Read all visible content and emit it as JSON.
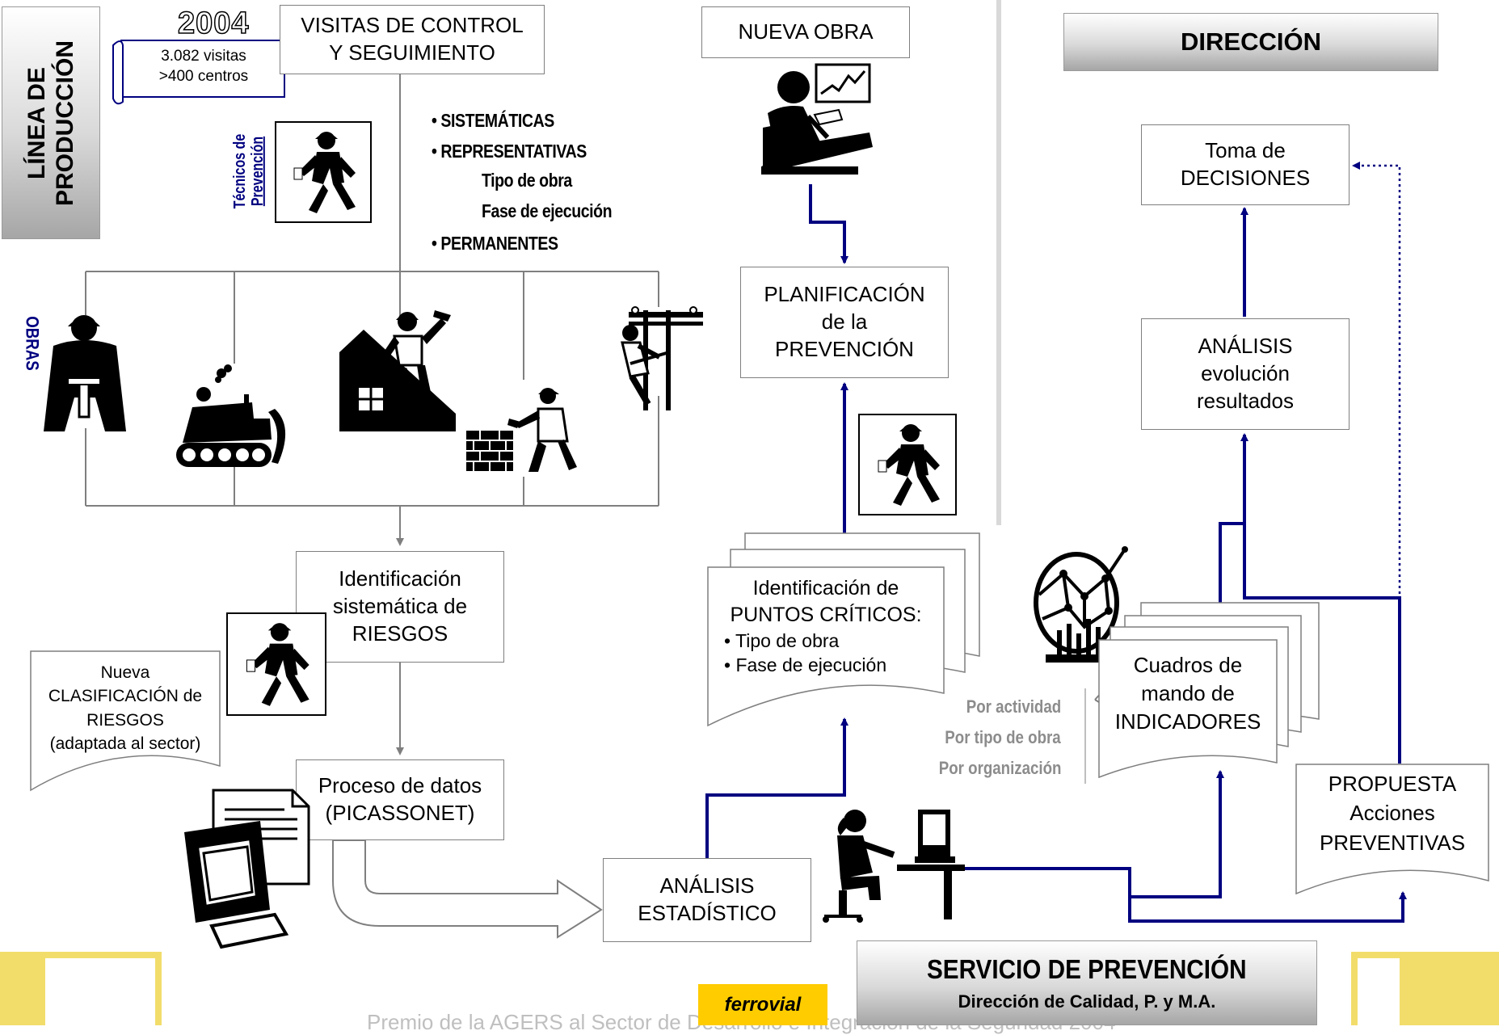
{
  "header": {
    "linea_produccion": [
      "LÍNEA DE",
      "PRODUCCIÓN"
    ],
    "direccion": "DIRECCIÓN",
    "year": "2004",
    "scroll_lines": [
      "3.082 visitas",
      ">400 centros"
    ]
  },
  "visitas": {
    "lines": [
      "VISITAS DE CONTROL",
      "Y SEGUIMIENTO"
    ]
  },
  "tecnicos": {
    "lines": [
      "Técnicos de",
      "Prevención"
    ]
  },
  "visit_types": {
    "b1": "SISTEMÁTICAS",
    "b2": "REPRESENTATIVAS",
    "sub1": "Tipo de obra",
    "sub2": "Fase de ejecución",
    "b3": "PERMANENTES"
  },
  "obras_label": "OBRAS",
  "nueva_obra": "NUEVA OBRA",
  "planificacion": {
    "lines": [
      "PLANIFICACIÓN",
      "de la",
      "PREVENCIÓN"
    ]
  },
  "identificacion_riesgos": {
    "lines": [
      "Identificación",
      "sistemática de",
      "RIESGOS"
    ]
  },
  "nueva_clasificacion": {
    "lines": [
      "Nueva",
      "CLASIFICACIÓN de",
      "RIESGOS",
      "(adaptada al sector)"
    ]
  },
  "proceso_datos": {
    "lines": [
      "Proceso de datos",
      "(PICASSONET)"
    ]
  },
  "analisis_estadistico": {
    "lines": [
      "ANÁLISIS",
      "ESTADÍSTICO"
    ]
  },
  "puntos_criticos": {
    "lines": [
      "Identificación de",
      "PUNTOS CRÍTICOS:"
    ],
    "bullets": [
      "Tipo de obra",
      "Fase de ejecución"
    ]
  },
  "cuadros": {
    "lines": [
      "Cuadros de",
      "mando de",
      "INDICADORES"
    ]
  },
  "por_labels": [
    "Por actividad",
    "Por tipo de obra",
    "Por organización"
  ],
  "toma_decisiones": {
    "lines": [
      "Toma de",
      "DECISIONES"
    ]
  },
  "analisis_evolucion": {
    "lines": [
      "ANÁLISIS",
      "evolución",
      "resultados"
    ]
  },
  "propuesta": {
    "lines": [
      "PROPUESTA",
      "Acciones",
      "PREVENTIVAS"
    ]
  },
  "servicio": {
    "title": "SERVICIO DE PREVENCIÓN",
    "subtitle": "Dirección de Calidad, P. y M.A."
  },
  "footer": {
    "logo": "ferrovial",
    "partial_text": "Premio de la AGERS al Sector de Desarrollo e Integración de la Seguridad 2004"
  },
  "colors": {
    "navy": "#000080",
    "gray_line": "#7f7f7f",
    "yellow": "#f2dd6b",
    "logo_yellow": "#ffcc00"
  },
  "icons": [
    "technician-icon",
    "worker-jackhammer-icon",
    "bulldozer-icon",
    "roofer-icon",
    "bricklayer-icon",
    "electrician-icon",
    "manager-desk-icon",
    "computer-icon",
    "operator-computer-icon",
    "network-chart-icon",
    "scroll-icon"
  ]
}
